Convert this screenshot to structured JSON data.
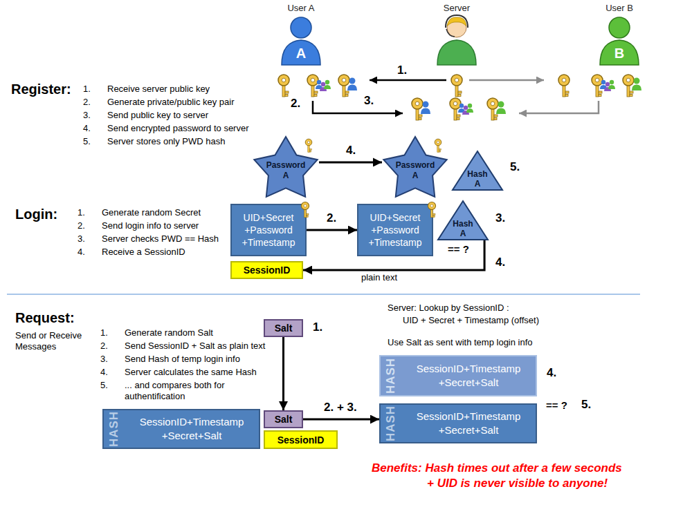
{
  "diagram": {
    "nodes": [
      {
        "text": [
          "User A",
          "A"
        ]
      },
      {
        "text": [
          "Server"
        ]
      },
      {
        "text": [
          "User B",
          "B"
        ]
      },
      {
        "text": [
          "Password A"
        ]
      },
      {
        "text": [
          "Password A"
        ]
      },
      {
        "text": [
          "Hash A"
        ]
      },
      {
        "text": [
          "UID+Secret +Password +Timestamp"
        ]
      },
      {
        "text": [
          "UID+Secret +Password +Timestamp"
        ]
      },
      {
        "text": [
          "Hash A"
        ]
      },
      {
        "text": [
          "SessionID"
        ]
      },
      {
        "text": [
          "Salt"
        ]
      },
      {
        "text": [
          "HASH",
          "SessionID+Timestamp +Secret+Salt"
        ]
      },
      {
        "text": [
          "Salt"
        ]
      },
      {
        "text": [
          "SessionID"
        ]
      },
      {
        "text": [
          "HASH",
          "SessionID+Timestamp +Secret+Salt"
        ]
      },
      {
        "text": [
          "HASH",
          "SessionID+Timestamp +Secret+Salt"
        ]
      }
    ],
    "edges": [
      {
        "from": 3,
        "to": 4,
        "arrow": "to",
        "label": "4."
      },
      {
        "from": 6,
        "to": 7,
        "arrow": "to",
        "label": "2."
      },
      {
        "from": 8,
        "to": 9,
        "arrow": "to",
        "label": "plain text"
      },
      {
        "from": 10,
        "to": 12,
        "arrow": "to"
      },
      {
        "from": 12,
        "to": 15,
        "arrow": "to",
        "label": "2. + 3."
      }
    ],
    "labels": [
      "Register:",
      "1.",
      "Receive server public key",
      "2.",
      "Generate private/public key pair",
      "3.",
      "Send public key to server",
      "4.",
      "Send encrypted password to server",
      "5.",
      "Server stores only PWD hash",
      "1.",
      "2.",
      "3.",
      "5.",
      "Login:",
      "1.",
      "Generate random Secret",
      "2.",
      "Send login info to server",
      "3.",
      "Server checks PWD == Hash",
      "4.",
      "Receive a SessionID",
      "== ?",
      "3.",
      "4.",
      "Request:",
      "Send or Receive Messages",
      "1.",
      "Generate random Salt",
      "2.",
      "Send SessionID + Salt as plain text",
      "3.",
      "Send Hash of temp login info",
      "4.",
      "Server calculates the same Hash",
      "5.",
      "... and compares both for authentification",
      "Server: Lookup by SessionID :",
      "UID + Secret + Timestamp (offset)",
      "Use Salt as sent with temp login info",
      "1.",
      "4.",
      "== ?",
      "5.",
      "Benefits: Hash times out after a few seconds",
      "+ UID is never visible to anyone!"
    ]
  }
}
